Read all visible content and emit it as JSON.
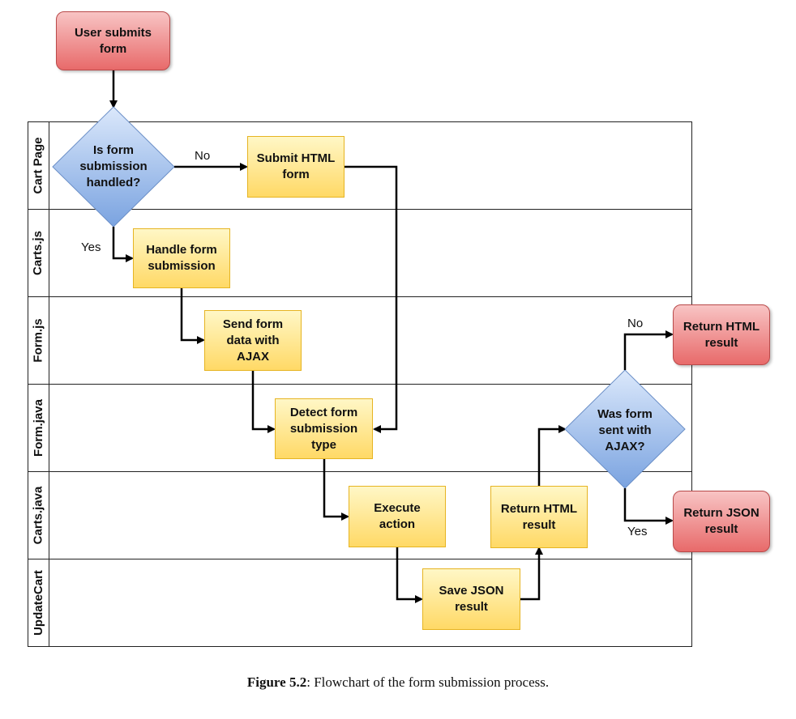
{
  "lanes": [
    "Cart Page",
    "Carts.js",
    "Form.js",
    "Form.java",
    "Carts.java",
    "UpdateCart"
  ],
  "nodes": {
    "user_submits": "User submits form",
    "is_handled": "Is form submission handled?",
    "submit_html": "Submit HTML form",
    "handle_submission": "Handle form submission",
    "send_ajax": "Send form data with AJAX",
    "detect_type": "Detect form submission type",
    "execute_action": "Execute action",
    "save_json": "Save JSON result",
    "return_html_mid": "Return HTML result",
    "was_ajax": "Was form sent with AJAX?",
    "return_html_end": "Return HTML result",
    "return_json_end": "Return JSON result"
  },
  "edge_labels": {
    "handled_no": "No",
    "handled_yes": "Yes",
    "ajax_no": "No",
    "ajax_yes": "Yes"
  },
  "colors": {
    "process_fill": "#ffd966",
    "terminal_fill": "#e86a6a",
    "decision_fill": "#7aa3e0"
  },
  "caption": {
    "label": "Figure 5.2",
    "text": ": Flowchart of the form submission process."
  }
}
